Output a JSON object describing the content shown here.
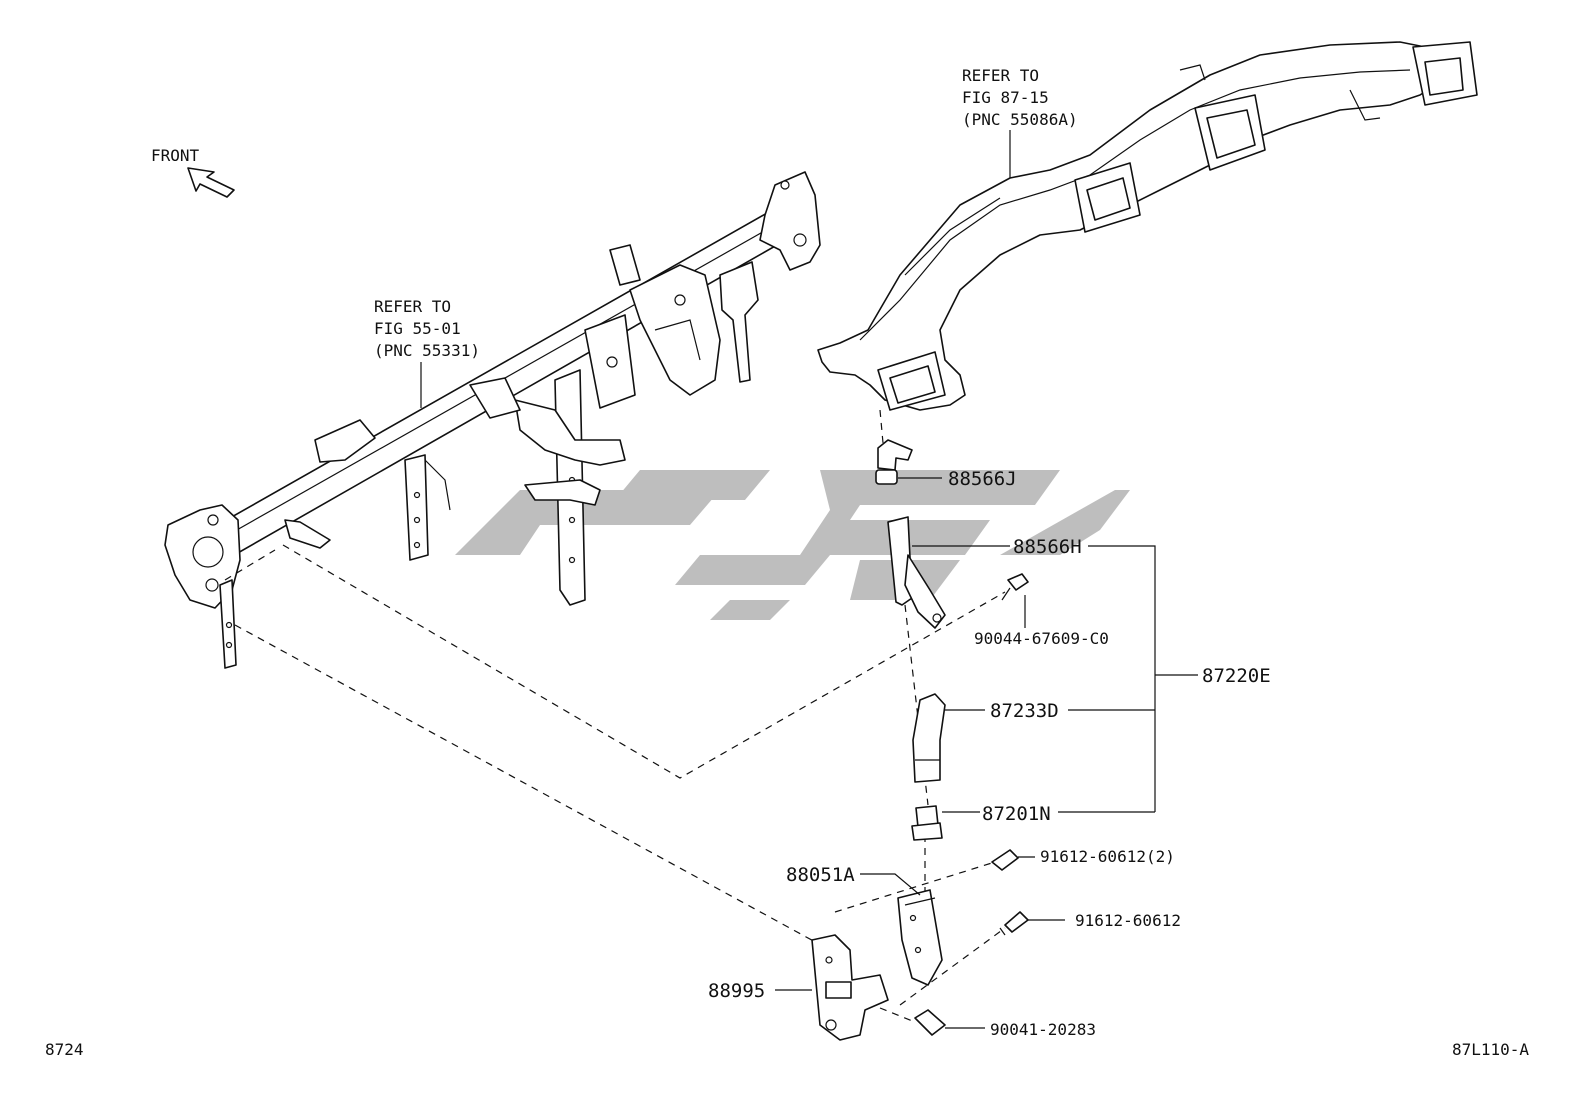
{
  "labels": {
    "front": "FRONT",
    "ref_a_line1": "REFER TO",
    "ref_a_line2": "FIG 87-15",
    "ref_a_line3": "(PNC 55086A)",
    "ref_b_line1": "REFER TO",
    "ref_b_line2": "FIG 55-01",
    "ref_b_line3": "(PNC 55331)",
    "part_88566J": "88566J",
    "part_88566H": "88566H",
    "part_90044": "90044-67609-C0",
    "part_87220E": "87220E",
    "part_87233D": "87233D",
    "part_87201N": "87201N",
    "part_91612_2": "91612-60612(2)",
    "part_88051A": "88051A",
    "part_91612": "91612-60612",
    "part_88995": "88995",
    "part_90041": "90041-20283",
    "corner_left": "8724",
    "corner_right": "87L110-A"
  },
  "colors": {
    "line": "#111111",
    "watermark": "#b3b3b3",
    "background": "#ffffff"
  }
}
